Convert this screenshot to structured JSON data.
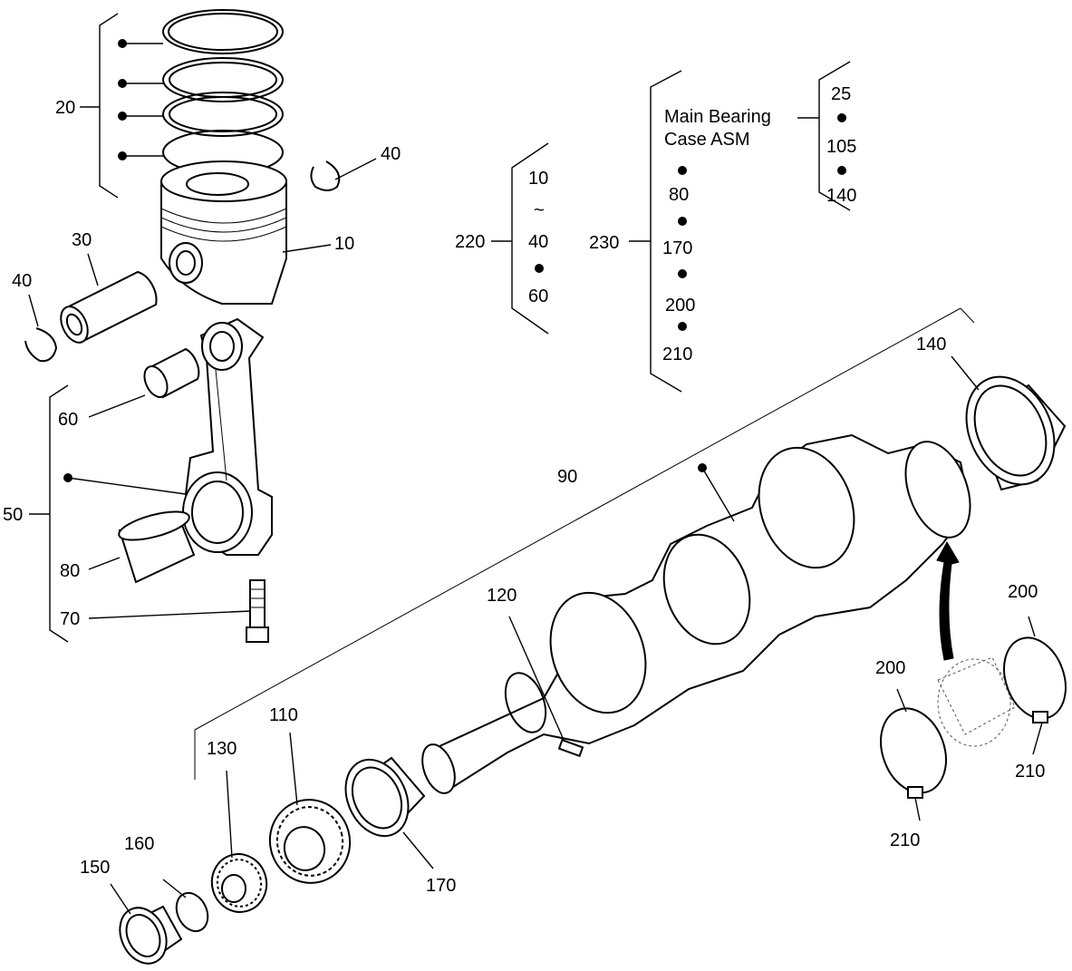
{
  "callouts": {
    "c10": "10",
    "c20": "20",
    "c30": "30",
    "c40a": "40",
    "c40b": "40",
    "c50": "50",
    "c60": "60",
    "c70": "70",
    "c80": "80",
    "c90": "90",
    "c110": "110",
    "c120": "120",
    "c130": "130",
    "c140": "140",
    "c150": "150",
    "c160": "160",
    "c170": "170",
    "c200a": "200",
    "c200b": "200",
    "c210a": "210",
    "c210b": "210"
  },
  "group220": {
    "label": "220",
    "items": [
      "10",
      "~",
      "40",
      "60"
    ]
  },
  "group230": {
    "label": "230",
    "title_line1": "Main Bearing",
    "title_line2": "Case ASM",
    "items": [
      "80",
      "170",
      "200",
      "210"
    ],
    "sub_items": [
      "25",
      "105",
      "140"
    ]
  }
}
